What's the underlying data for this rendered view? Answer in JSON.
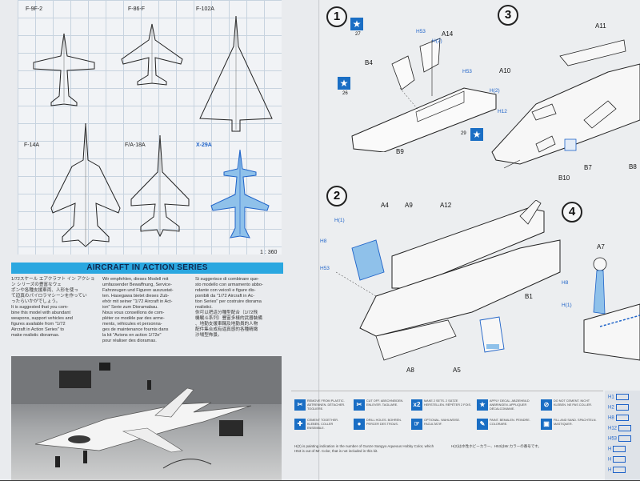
{
  "left_page": {
    "aircraft": [
      {
        "label": "F-9F-2",
        "color": "#222222"
      },
      {
        "label": "F-86-F",
        "color": "#222222"
      },
      {
        "label": "F-102A",
        "color": "#222222"
      },
      {
        "label": "F-14A",
        "color": "#222222"
      },
      {
        "label": "F/A-18A",
        "color": "#222222"
      },
      {
        "label": "X-29A",
        "color": "#1f63c8"
      }
    ],
    "scale": "1 : 360",
    "banner_title": "AIRCRAFT IN ACTION SERIES",
    "banner_color": "#2aa7e0",
    "text_columns": [
      [
        "1/72スケール エアクラフト イン アクション シリーズの豊富なウェ",
        "ポンや各種支援車両、人形を使っ",
        "て迫真のパイロラマシーンを作ってい",
        "ったらいかがでしょう。",
        "",
        "It is suggested that you com-",
        "bine this model with abundant",
        "weapons, support vehicles and",
        "figures available from \"1/72",
        "Aircraft in Action Series\" to",
        "make realistic dioramas."
      ],
      [
        "Wir empfehlen, dieses Modell mit",
        "umfassender Bewaffnung, Service-",
        "Fahrzeugen und Figuren auszustat-",
        "ten. Hasegawa bietet dieses Zub-",
        "ehör mit seiner \"1/72 Aircraft in Act-",
        "ion\" Serie zum Dioramabau.",
        "",
        "Nous vous conseillons de com-",
        "pléter ce modèle par des arme-",
        "ments, véhicules et personna-",
        "ges de maintenance fournis dans",
        "la kit \"Avions en action 1/72e\"",
        "pour réaliser des dioramas."
      ],
      [
        "Si suggerisce di combinare que-",
        "sto modello con armamento abbo-",
        "ndante con veicoli e figure dis-",
        "ponibili da \"1/72 Aircraft in Ac-",
        "tion Series\" per costruire diorama",
        "realistici.",
        "",
        "你可以把這分種型配合〔1/72飛",
        "機戰斗系列〕豐富多樣的武器裝備",
        "、地勤支援車輛及地勤員的人物",
        "配件集合成有逼真感的各種精緻",
        "沙場型佈景。"
      ]
    ]
  },
  "right_page": {
    "steps": [
      "1",
      "2",
      "3",
      "4"
    ],
    "part_labels": {
      "step1": [
        "A14",
        "B4",
        "B9",
        "27",
        "26",
        "29"
      ],
      "step1_hints": [
        "H53",
        "H(2)",
        "H53"
      ],
      "step2": [
        "A4",
        "A9",
        "A12",
        "B1",
        "A8",
        "A5"
      ],
      "step2_hints": [
        "H(1)",
        "H8",
        "H53"
      ],
      "step3": [
        "A11",
        "A10",
        "B7",
        "B10",
        "B8"
      ],
      "step3_hints": [
        "H(2)",
        "H12"
      ],
      "step4": [
        "A7"
      ],
      "step4_hints": [
        "H8",
        "H(1)"
      ]
    },
    "legend": [
      {
        "icon": "knife",
        "text": "REMOVE FROM PLASTIC. ABTRENNEN. DÉTACHER. TOGLIERE."
      },
      {
        "icon": "glue",
        "text": "CEMENT TOGETHER. KLEBEN. COLLER ENSEMBLE."
      },
      {
        "icon": "cut",
        "text": "CUT OFF. ABSCHNEIDEN. ENLEVER. TAGLIARE."
      },
      {
        "icon": "x2",
        "text": "MAKE 2 SETS. 2 SÄTZE HERSTELLEN. RÉPÉTER 2 FOIS."
      },
      {
        "icon": "decal",
        "text": "APPLY DECAL. ABZIEHBILD ANBRINGEN. APPLIQUER DÉCALCOMANIE."
      },
      {
        "icon": "drill",
        "text": "DRILL HOLES. BOHREN. PERCER DES TROUS."
      },
      {
        "icon": "hand",
        "text": "OPTIONAL. WAHLWEISE. FACULTATIF."
      },
      {
        "icon": "paint",
        "text": "PAINT. BEMALEN. PEINDRE. COLORARE."
      },
      {
        "icon": "dont",
        "text": "DO NOT CEMENT. NICHT KLEBEN. NE PAS COLLER."
      },
      {
        "icon": "fill",
        "text": "FILL AND SAND. SPACHTELN. MASTIQUER."
      }
    ],
    "notes": [
      "H(2) is painting indication in the number of Gunze Sangyo Aqueous Hobby Color, which H53 is out of Mr. Color, that is not included in this kit.",
      "H(2)は水性ホビーカラー、H53はMr.カラーの番号です。"
    ],
    "color_chips": [
      "H1",
      "H2",
      "H8",
      "H12",
      "H53",
      "H",
      "H",
      "H"
    ]
  },
  "colors": {
    "accent_blue": "#1a6ec4",
    "paper": "#e9ebee",
    "grid": "#c7d3df"
  }
}
